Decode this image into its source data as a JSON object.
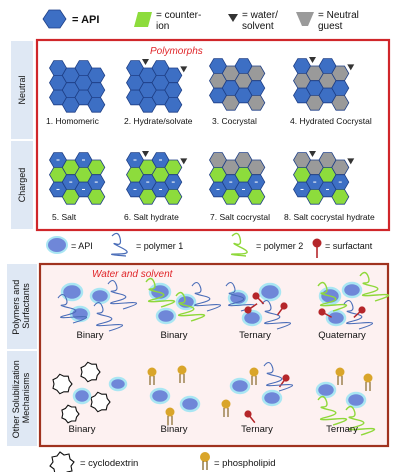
{
  "legend_top": {
    "api": "= API",
    "counterion": "= counter-\nion",
    "water": "= water/\nsolvent",
    "guest": "= Neutral\nguest"
  },
  "section1": {
    "title": "Polymorphs",
    "row_neutral": "Neutral",
    "row_charged": "Charged",
    "items": [
      "1.  Homomeric",
      "2.  Hydrate/solvate",
      "3.  Cocrystal",
      "4.  Hydrated Cocrystal",
      "5.  Salt",
      "6.  Salt hydrate",
      "7.  Salt cocrystal",
      "8.  Salt cocrystal hydrate"
    ]
  },
  "legend_mid": {
    "api": "= API",
    "polymer1": "= polymer 1",
    "polymer2": "= polymer 2",
    "surfactant": "= surfactant"
  },
  "section2": {
    "title": "Water and solvent",
    "row_polymers": "Polymers and\nSurfactants",
    "row_other": "Other Solubilization\nMechanisms",
    "items_row1": [
      "Binary",
      "Binary",
      "Ternary",
      "Quaternary"
    ],
    "items_row2": [
      "Binary",
      "Binary",
      "Ternary",
      "Ternary"
    ]
  },
  "legend_bottom": {
    "cyclodextrin": "= cyclodextrin",
    "phospholipid": "= phospholipid"
  },
  "colors": {
    "api": "#3d6fc4",
    "api_stroke": "#1e3f86",
    "counterion": "#8ddc3c",
    "water": "#333333",
    "guest": "#9a9a9a",
    "frame": "#d0262a",
    "frame2": "#a0331f",
    "sidebar": "#dfe8f4",
    "bg2": "#fdf1f1",
    "blob": "#6f87d8",
    "blob_glow": "#a9e6f3",
    "polymer1": "#4a6db8",
    "polymer2": "#8fd83a",
    "surfactant": "#b5262a"
  }
}
